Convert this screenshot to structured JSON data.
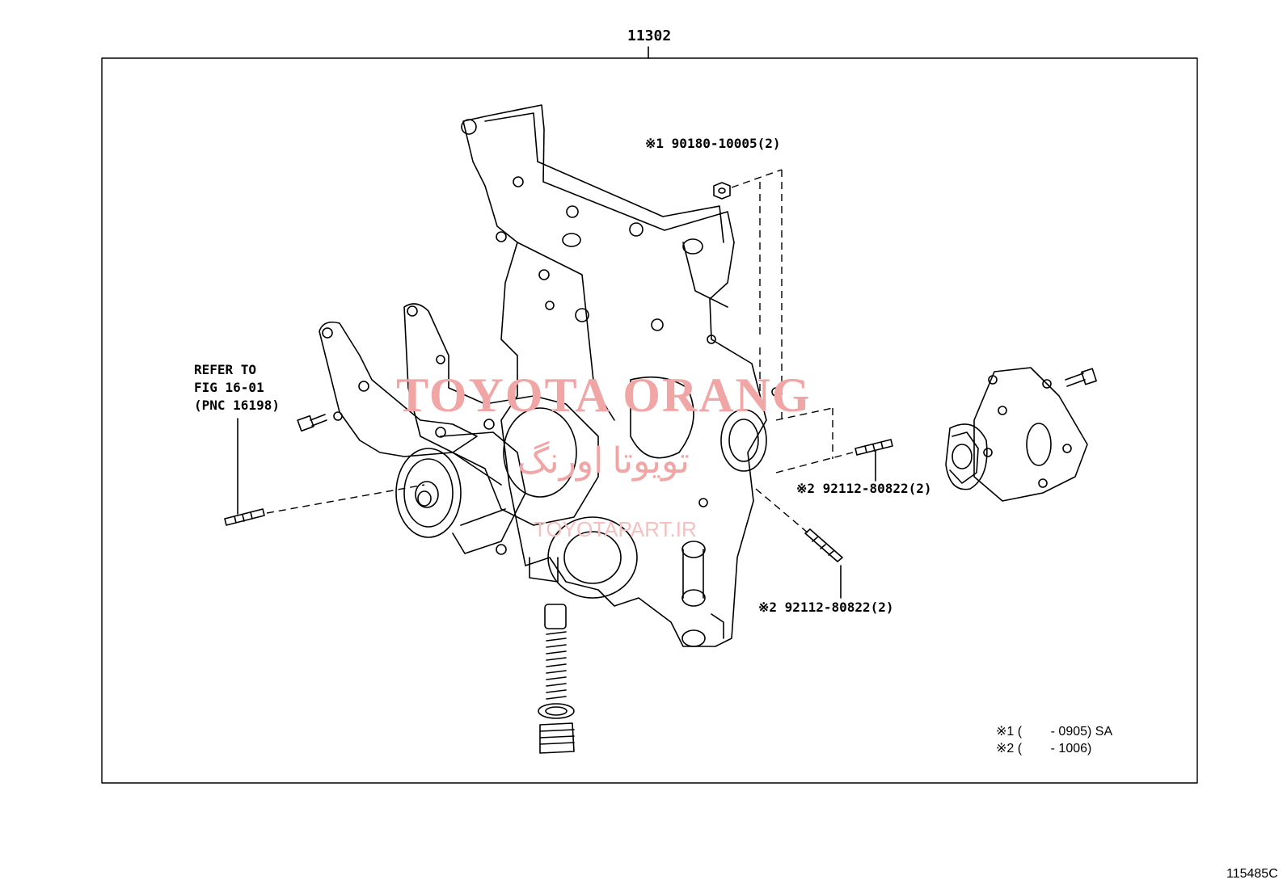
{
  "header": {
    "assembly_number": "11302"
  },
  "callouts": {
    "refer_line1": "REFER TO",
    "refer_line2": "FIG 16-01",
    "refer_line3": "(PNC 16198)",
    "part_top": "※1 90180-10005(2)",
    "part_right": "※2 92112-80822(2)",
    "part_bottom": "※2 92112-80822(2)"
  },
  "notes": {
    "note1": "※1 (        - 0905) SA",
    "note2": "※2 (        - 1006)"
  },
  "watermark": {
    "brand": "TOYOTA ORANG",
    "brand_fa": "تویوتا اورنگ",
    "site": "TOYOTAPART.IR"
  },
  "figure_code": "115485C"
}
